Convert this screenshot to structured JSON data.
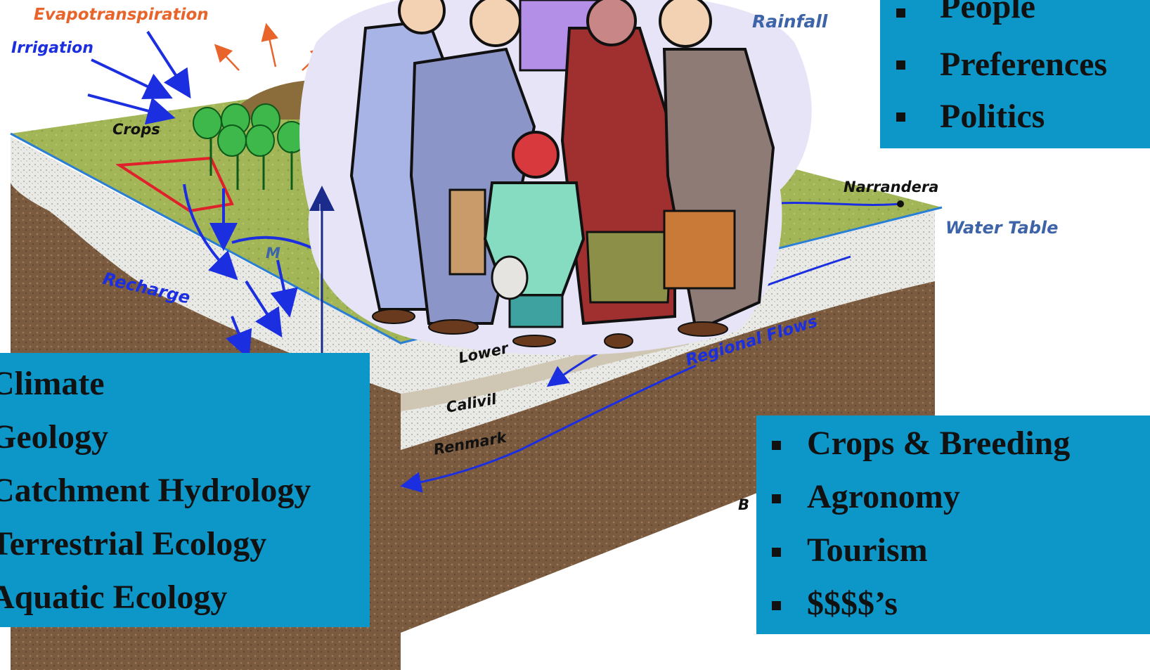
{
  "diagram_labels": {
    "evapotranspiration": "Evapotranspiration",
    "irrigation": "Irrigation",
    "rainfall": "Rainfall",
    "crops": "Crops",
    "recharge": "Recharge",
    "narrandera": "Narrandera",
    "water_table": "Water Table",
    "regional_flows": "Regional Flows",
    "lower": "Lower",
    "calivil": "Calivil",
    "renmark": "Renmark",
    "partial_m": "M",
    "partial_b": "B"
  },
  "boxes": {
    "natural": [
      "Climate",
      "Geology",
      "Catchment Hydrology",
      "Terrestrial Ecology",
      "Aquatic Ecology"
    ],
    "social": [
      "People",
      "Preferences",
      "Politics"
    ],
    "economic": [
      "Crops & Breeding",
      "Agronomy",
      "Tourism",
      "$$$$’s"
    ]
  },
  "colors": {
    "box_fill": "#0d96c8",
    "label_blue": "#3d63a8",
    "label_orange": "#e8642a",
    "arrow_blue": "#1b2ee0",
    "land_green": "#9ab050",
    "soil_brown": "#7a5b3f"
  }
}
